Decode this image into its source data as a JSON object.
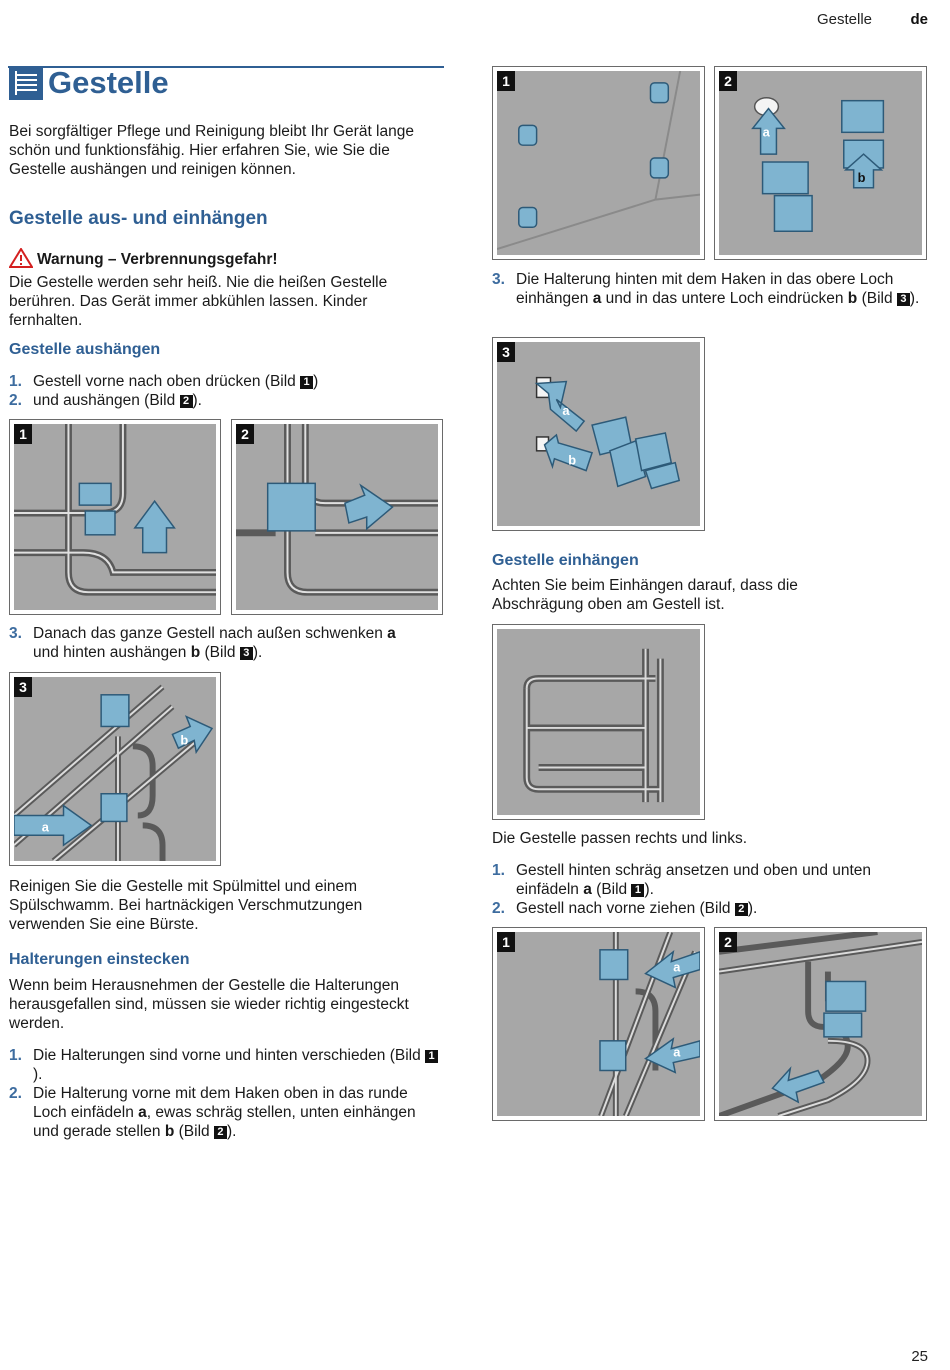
{
  "header": {
    "section": "Gestelle",
    "lang": "de"
  },
  "page_number": "25",
  "title": "Gestelle",
  "intro": "Bei sorgfältiger Pflege und Reinigung bleibt Ihr Gerät lange schön und funktionsfähig. Hier erfahren Sie, wie Sie die Gestelle aushängen und reinigen können.",
  "section1": {
    "heading": "Gestelle aus- und einhängen",
    "warning_title": "Warnung – Verbrennungsgefahr!",
    "warning_text": "Die Gestelle werden sehr heiß. Nie die heißen Gestelle berühren. Das Gerät immer abkühlen lassen. Kinder fernhalten."
  },
  "aushaengen": {
    "heading": "Gestelle aushängen",
    "steps": [
      {
        "n": "1.",
        "text": "Gestell vorne nach oben drücken (Bild ",
        "ref": "1",
        "end": ")"
      },
      {
        "n": "2.",
        "text": "und aushängen (Bild ",
        "ref": "2",
        "end": ")."
      }
    ],
    "step3": {
      "n": "3.",
      "text1": "Danach das ganze Gestell nach außen schwenken ",
      "a": "a",
      "text2": "und hinten aushängen ",
      "b": "b",
      "text3": " (Bild ",
      "ref": "3",
      "end": ")."
    }
  },
  "figure_labels": {
    "f1": "1",
    "f2": "2",
    "f3": "3",
    "a": "a",
    "b": "b"
  },
  "reinigen": "Reinigen Sie die Gestelle mit Spülmittel und einem Spülschwamm. Bei hartnäckigen Verschmutzungen verwenden Sie eine Bürste.",
  "halterungen": {
    "heading": "Halterungen einstecken",
    "intro": "Wenn beim Herausnehmen der Gestelle die Halterungen herausgefallen sind, müssen sie wieder richtig eingesteckt werden.",
    "step1": {
      "n": "1.",
      "text": "Die Halterungen sind vorne und hinten verschieden (Bild ",
      "ref": "1",
      "end": ")."
    },
    "step2": {
      "n": "2.",
      "text1": "Die Halterung vorne mit dem Haken oben in das runde Loch einfädeln ",
      "a": "a",
      "text2": ", ewas schräg stellen, unten einhängen und gerade stellen ",
      "b": "b",
      "text3": " (Bild ",
      "ref": "2",
      "end": ")."
    },
    "step3": {
      "n": "3.",
      "text1": "Die Halterung hinten mit dem Haken in das obere Loch einhängen ",
      "a": "a",
      "text2": " und in das untere Loch eindrücken ",
      "b": "b",
      "text3": " (Bild ",
      "ref": "3",
      "end": ")."
    }
  },
  "einhaengen": {
    "heading": "Gestelle einhängen",
    "intro": "Achten Sie beim Einhängen darauf, dass die Abschrägung oben am Gestell ist.",
    "note": "Die Gestelle passen rechts und links.",
    "step1": {
      "n": "1.",
      "text1": "Gestell hinten schräg ansetzen und oben und unten einfädeln ",
      "a": "a",
      "text2": " (Bild ",
      "ref": "1",
      "end": ")."
    },
    "step2": {
      "n": "2.",
      "text": "Gestell nach vorne ziehen (Bild ",
      "ref": "2",
      "end": ")."
    }
  },
  "colors": {
    "accent": "#2f5f93",
    "figure_bg": "#a7a7a7",
    "clip_blue": "#7fb4d0",
    "warning_red": "#d42020"
  },
  "icons": [
    "rack-icon",
    "warning-triangle-icon",
    "arrow-icon"
  ]
}
